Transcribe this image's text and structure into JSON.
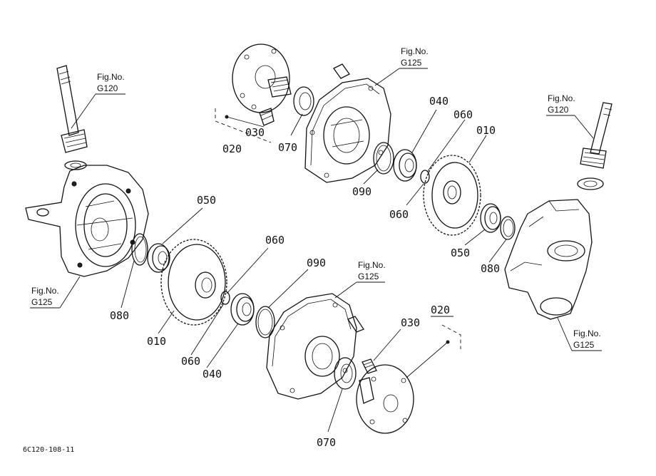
{
  "fig_label": "Fig.No.",
  "fig_refs": {
    "g120": "G120",
    "g125": "G125"
  },
  "callouts": {
    "p010": "010",
    "p020": "020",
    "p030": "030",
    "p040": "040",
    "p050": "050",
    "p060": "060",
    "p070": "070",
    "p080": "080",
    "p090": "090"
  },
  "drawing_code": "6C120-108-11"
}
